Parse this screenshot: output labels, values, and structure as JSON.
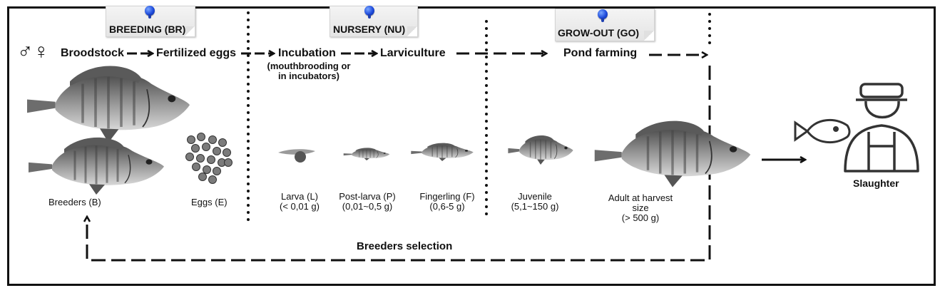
{
  "stages": {
    "breeding": "BREEDING (BR)",
    "nursery": "NURSERY (NU)",
    "growout": "GROW-OUT (GO)"
  },
  "flow": {
    "sex_symbols": "♂♀",
    "broodstock": "Broodstock",
    "fertilized_eggs": "Fertilized eggs",
    "incubation": "Incubation",
    "incubation_note_1": "(mouthbrooding or",
    "incubation_note_2": "in incubators)",
    "larviculture": "Larviculture",
    "pond_farming": "Pond farming"
  },
  "captions": {
    "breeders": "Breeders (B)",
    "eggs": "Eggs (E)",
    "larva_name": "Larva (L)",
    "larva_weight": "(< 0,01 g)",
    "postlarva_name": "Post-larva (P)",
    "postlarva_weight": "(0,01~0,5 g)",
    "fingerling_name": "Fingerling (F)",
    "fingerling_weight": "(0,6-5 g)",
    "juvenile_name": "Juvenile",
    "juvenile_weight": "(5,1~150 g)",
    "adult_line1": "Adult  at harvest",
    "adult_line2": "size",
    "adult_weight": "(> 500 g)",
    "slaughter": "Slaughter",
    "breeders_selection": "Breeders selection"
  },
  "colors": {
    "ink": "#111111",
    "pin": "#1e4bdc",
    "fish": "#8a8a8a"
  }
}
